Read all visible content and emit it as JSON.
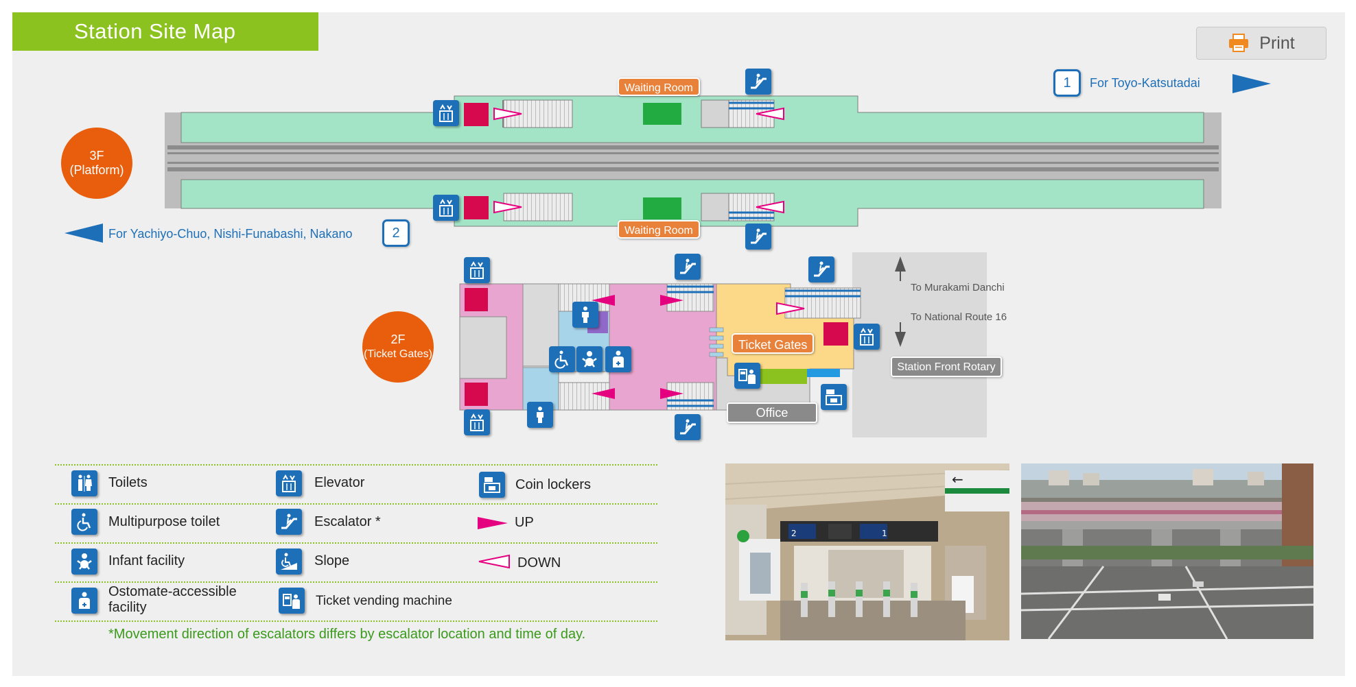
{
  "header": {
    "title": "Station Site Map",
    "print_label": "Print"
  },
  "floors": {
    "f3_line1": "3F",
    "f3_line2": "(Platform)",
    "f2_line1": "2F",
    "f2_line2": "(Ticket Gates)"
  },
  "platforms": [
    {
      "number": "1",
      "direction": "For Toyo-Katsutadai"
    },
    {
      "number": "2",
      "direction": "For Yachiyo-Chuo, Nishi-Funabashi, Nakano"
    }
  ],
  "labels": {
    "waiting_room": "Waiting Room",
    "ticket_gates": "Ticket Gates",
    "office": "Office",
    "to_murakami": "To Murakami Danchi",
    "to_route16": "To National Route 16",
    "station_front_rotary": "Station Front Rotary"
  },
  "legend": {
    "toilets": "Toilets",
    "elevator": "Elevator",
    "coin_lockers": "Coin lockers",
    "multipurpose_toilet": "Multipurpose toilet",
    "escalator": "Escalator *",
    "up": "UP",
    "infant_facility": "Infant facility",
    "slope": "Slope",
    "down": "DOWN",
    "ostomate_line1": "Ostomate-accessible",
    "ostomate_line2": "facility",
    "ticket_vending": "Ticket vending machine",
    "note": "*Movement direction of escalators differs by escalator location and time of day."
  },
  "colors": {
    "platform": "#a3e4c7",
    "concourse": "#e8a5cf",
    "ticket_area": "#fcd889",
    "elevator_block": "#d6094f",
    "waiting_room_block": "#22ab41",
    "icon_blue": "#1d6fb8",
    "floor_orange": "#e85e0c",
    "title_green": "#8cc21f"
  },
  "photos": {
    "left_signs": [
      "2",
      "1"
    ]
  }
}
